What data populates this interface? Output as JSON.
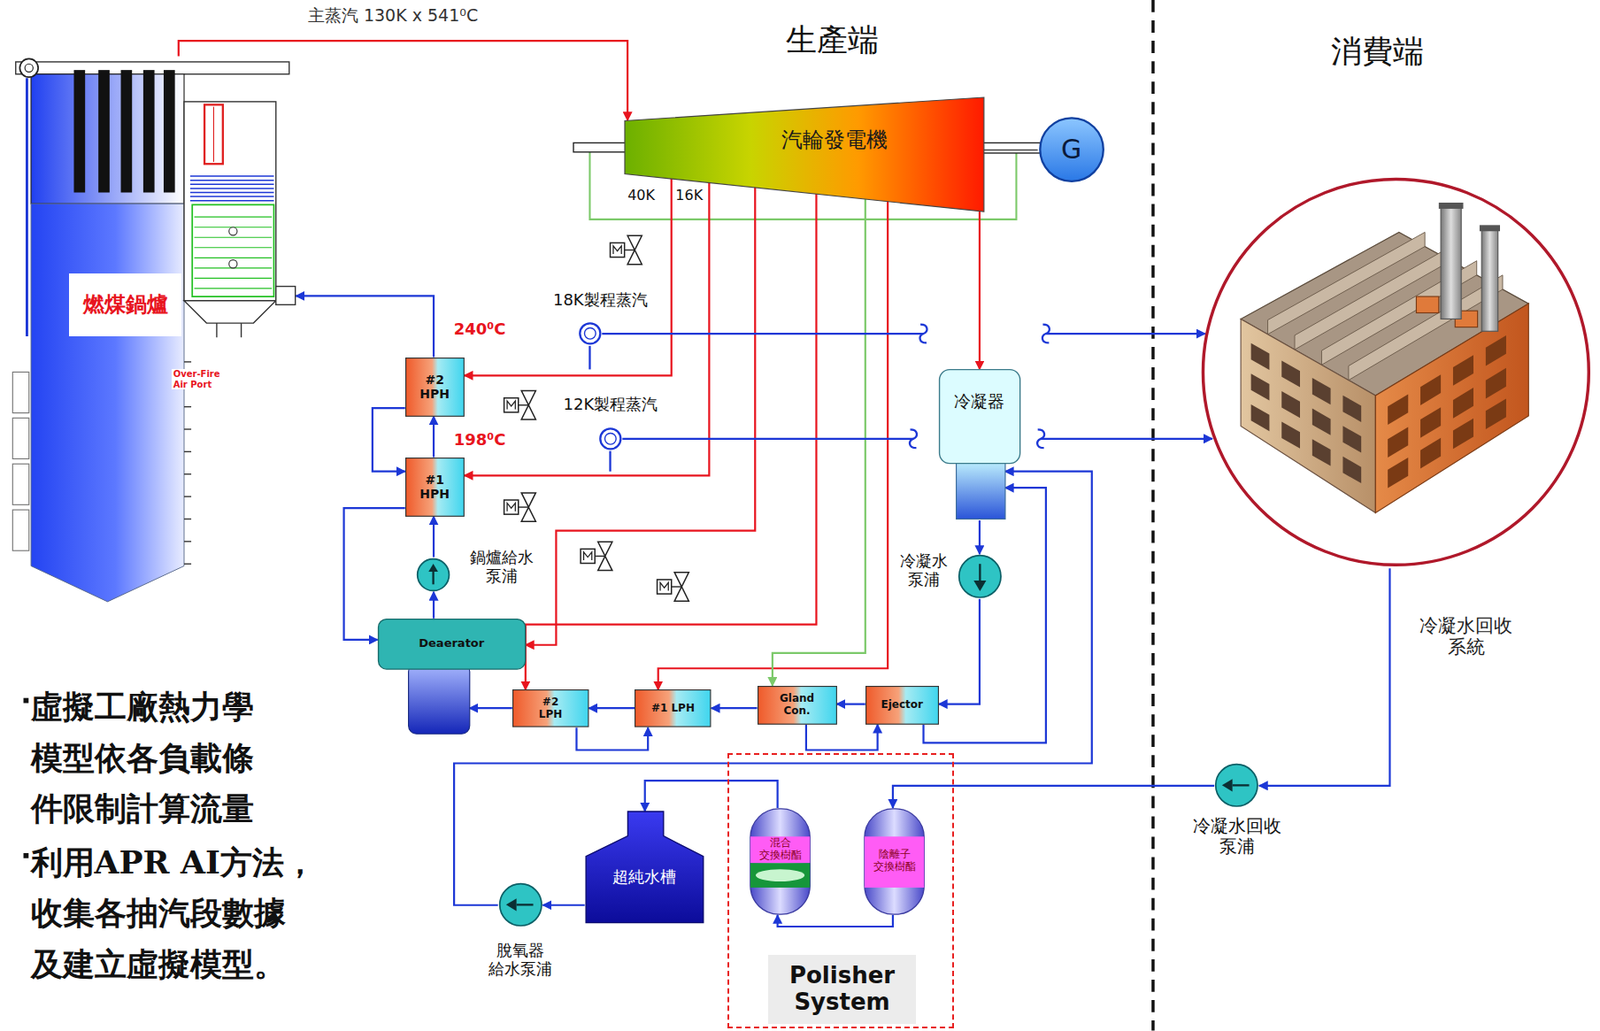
{
  "diagram": {
    "nodes": [
      {
        "text": [
          "燃煤鍋爐"
        ]
      },
      {
        "text": [
          "汽輪發電機"
        ]
      },
      {
        "text": [
          "G"
        ]
      },
      {
        "text": [
          "18K製程蒸汽"
        ]
      },
      {
        "text": [
          "#2 HPH"
        ]
      },
      {
        "text": [
          "12K製程蒸汽"
        ]
      },
      {
        "text": [
          "#1 HPH"
        ]
      },
      {
        "text": [
          "冷凝器"
        ]
      },
      {
        "text": [
          "鍋爐給水 泵浦"
        ]
      },
      {
        "text": [
          "冷凝水 泵浦"
        ]
      },
      {
        "text": [
          "Deaerator"
        ]
      },
      {
        "text": [
          "#2 LPH"
        ]
      },
      {
        "text": [
          "#1 LPH"
        ]
      },
      {
        "text": [
          "Gland Con."
        ]
      },
      {
        "text": [
          "Ejector"
        ]
      },
      {
        "text": [
          "消費端"
        ]
      },
      {
        "text": [
          "Polisher System"
        ]
      },
      {
        "text": [
          "混合 交換樹酯"
        ],
        "in": 16
      },
      {
        "text": [
          "陰離子 交換樹酯"
        ],
        "in": 16
      },
      {
        "text": [
          "超純水槽"
        ]
      },
      {
        "text": [
          "脫氧器 給水泵浦"
        ]
      },
      {
        "text": [
          "冷凝水回收 泵浦"
        ]
      }
    ],
    "edges": [
      {
        "from": 0,
        "to": 1,
        "arrow": "to",
        "label": "主蒸汽 130K x 541⁰C"
      },
      {
        "from": 1,
        "to": 2,
        "arrow": "none"
      },
      {
        "from": 1,
        "to": 4,
        "arrow": "to"
      },
      {
        "from": 1,
        "to": 6,
        "arrow": "to"
      },
      {
        "from": 1,
        "to": 10,
        "arrow": "to"
      },
      {
        "from": 1,
        "to": 11,
        "arrow": "to"
      },
      {
        "from": 1,
        "to": 12,
        "arrow": "to"
      },
      {
        "from": 1,
        "to": 13,
        "arrow": "to"
      },
      {
        "from": 1,
        "to": 7,
        "arrow": "to"
      },
      {
        "from": 3,
        "to": 15,
        "arrow": "to"
      },
      {
        "from": 5,
        "to": 15,
        "arrow": "to"
      },
      {
        "from": 6,
        "to": 4,
        "arrow": "to",
        "label": "198⁰C"
      },
      {
        "from": 4,
        "to": 0,
        "arrow": "to",
        "label": "240⁰C"
      },
      {
        "from": 4,
        "to": 6,
        "arrow": "to"
      },
      {
        "from": 6,
        "to": 10,
        "arrow": "to"
      },
      {
        "from": 8,
        "to": 6,
        "arrow": "to"
      },
      {
        "from": 10,
        "to": 8,
        "arrow": "to"
      },
      {
        "from": 7,
        "to": 9,
        "arrow": "to"
      },
      {
        "from": 9,
        "to": 14,
        "arrow": "to"
      },
      {
        "from": 14,
        "to": 13,
        "arrow": "to"
      },
      {
        "from": 13,
        "to": 12,
        "arrow": "to"
      },
      {
        "from": 12,
        "to": 11,
        "arrow": "to"
      },
      {
        "from": 11,
        "to": 10,
        "arrow": "to"
      },
      {
        "from": 11,
        "to": 12,
        "arrow": "to"
      },
      {
        "from": 13,
        "to": 14,
        "arrow": "to"
      },
      {
        "from": 14,
        "to": 7,
        "arrow": "to"
      },
      {
        "from": 20,
        "to": 7,
        "arrow": "to"
      },
      {
        "from": 19,
        "to": 20,
        "arrow": "to"
      },
      {
        "from": 17,
        "to": 19,
        "arrow": "to"
      },
      {
        "from": 18,
        "to": 17,
        "arrow": "to"
      },
      {
        "from": 21,
        "to": 18,
        "arrow": "to"
      },
      {
        "from": 15,
        "to": 21,
        "arrow": "to",
        "label": "冷凝水回收 系統"
      }
    ],
    "labels": [
      "生產端",
      "40K",
      "16K",
      "Over-Fire Air Port",
      "虛擬工廠熱力學 模型依各負載條 件限制計算流量",
      "利用APR AI方法， 收集各抽汽段數據 及建立虛擬模型。"
    ]
  }
}
